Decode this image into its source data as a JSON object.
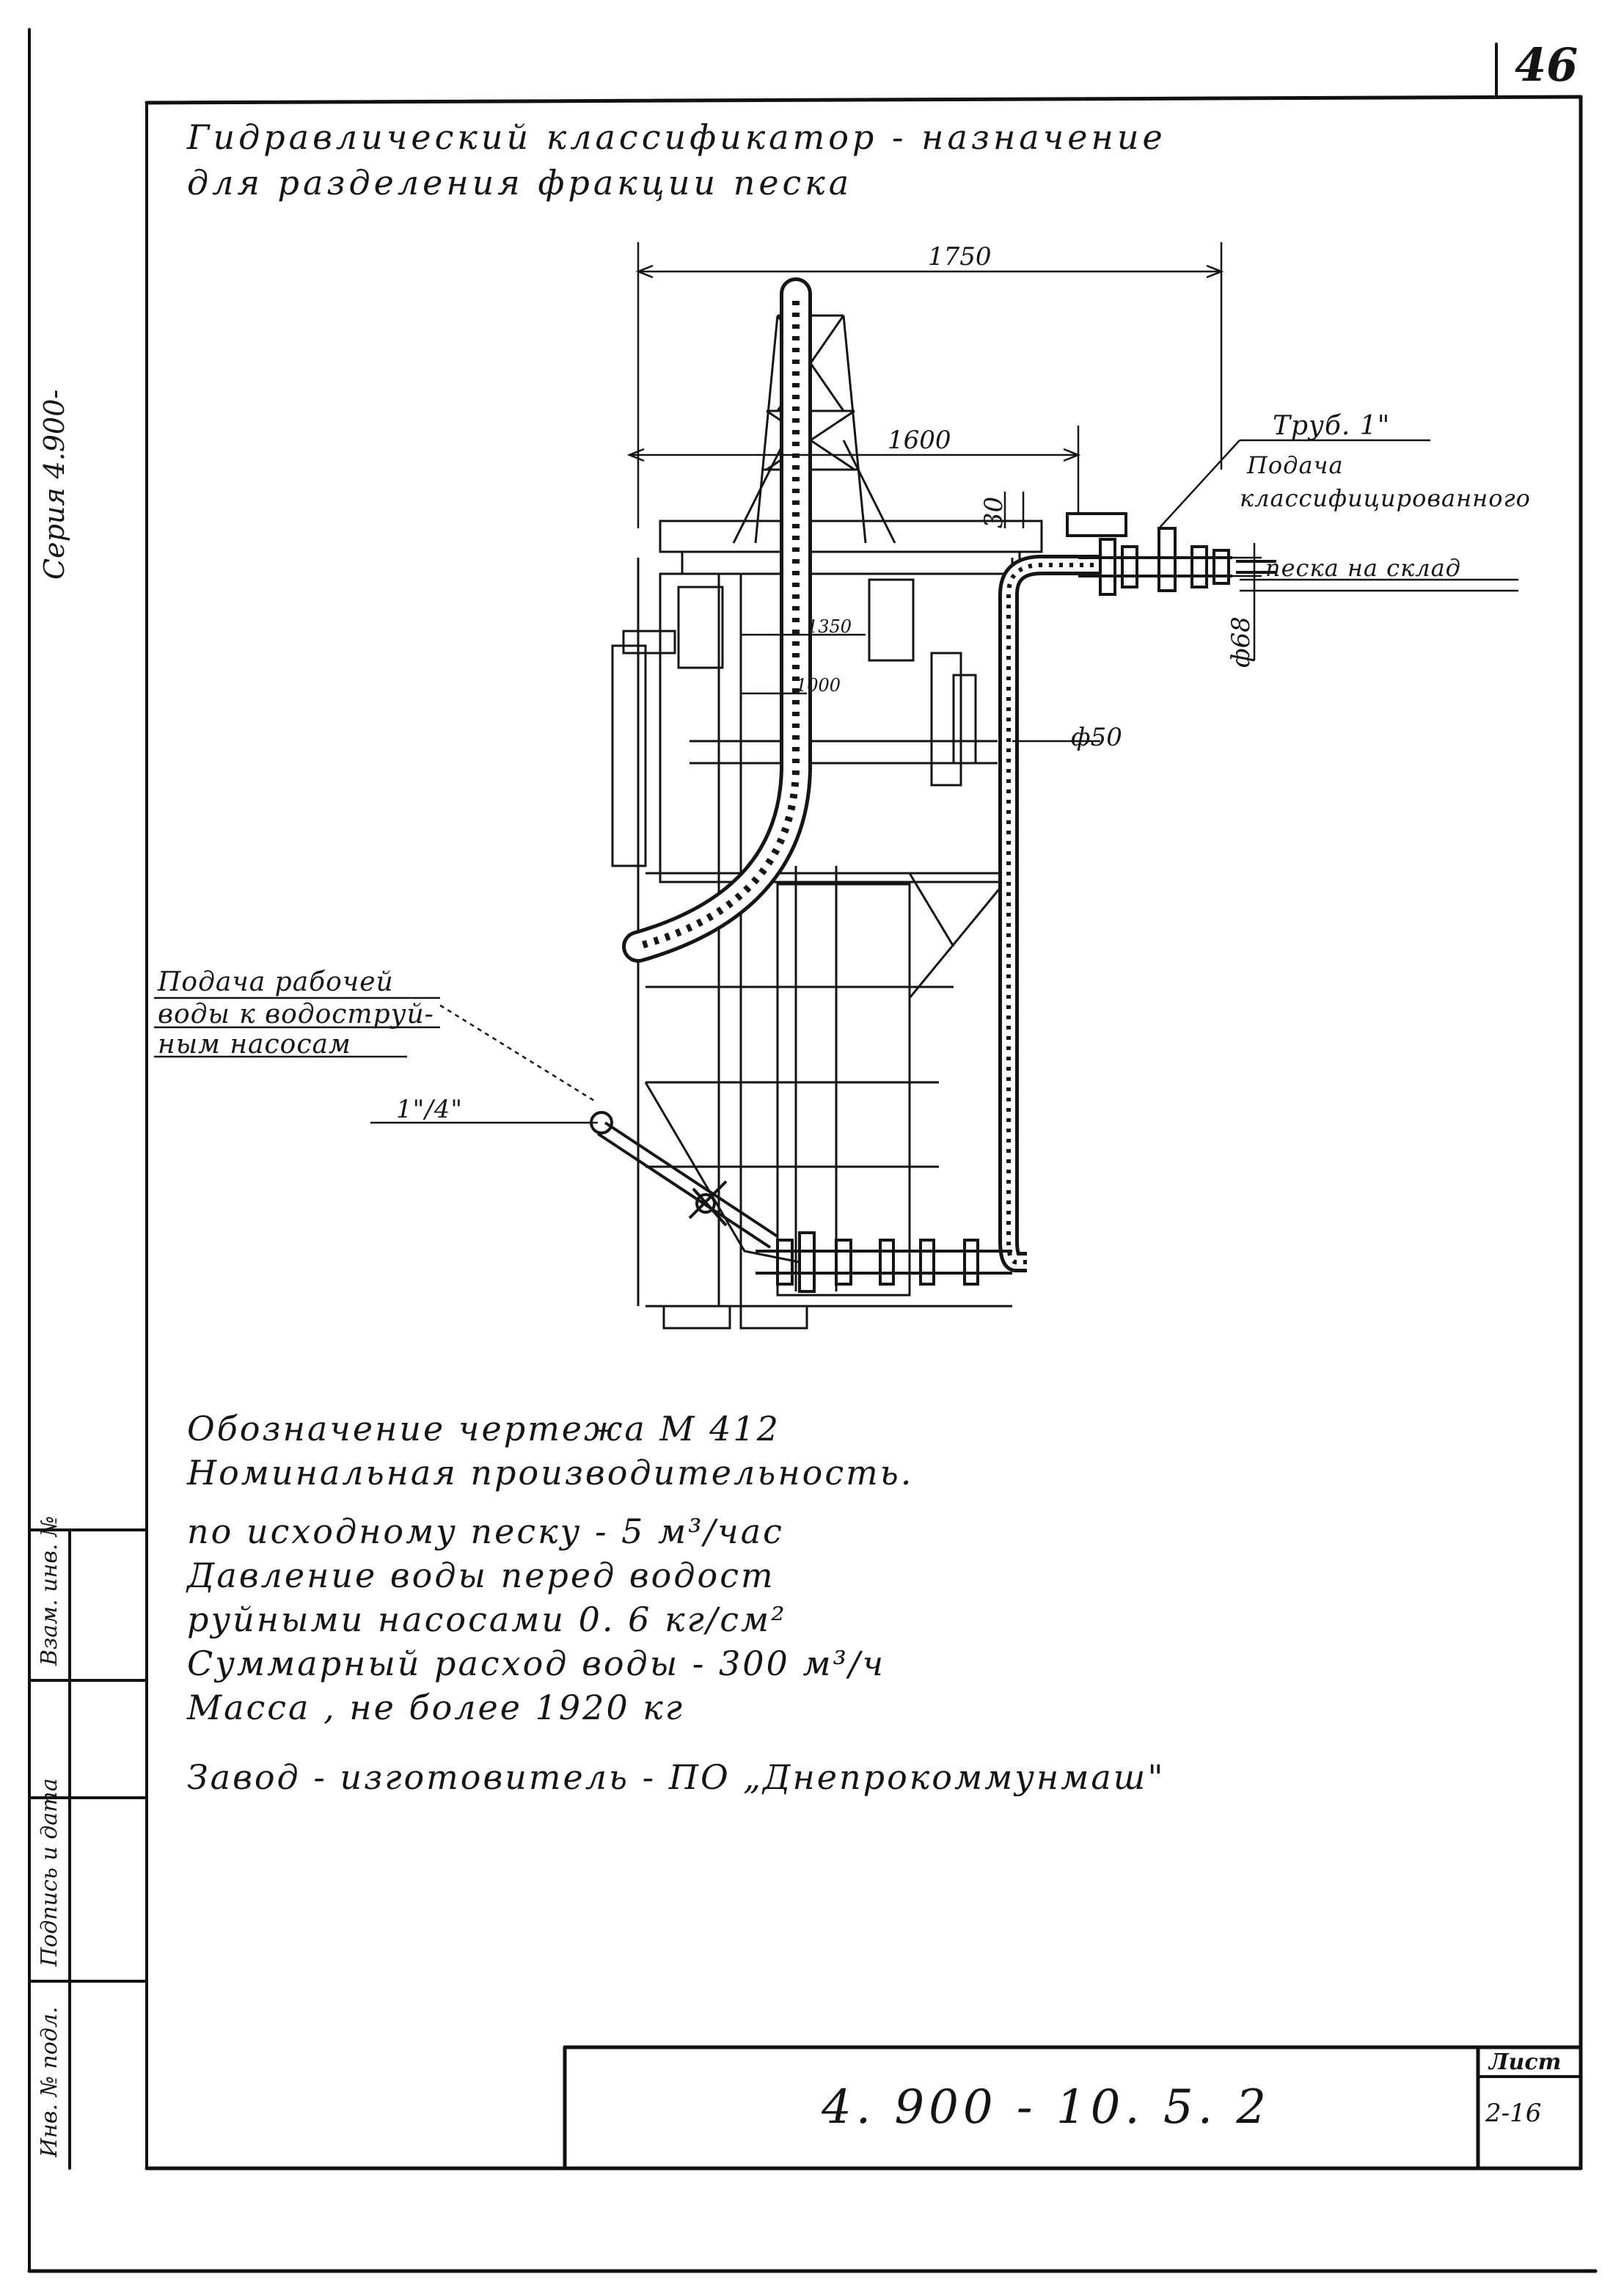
{
  "sheet": {
    "page_number": "46",
    "series_stamp": "Серия 4.900-",
    "title_lines": [
      "Гидравлический классификатор - назначение",
      "для разделения фракции песка"
    ],
    "document_code": "4. 900 - 10. 5. 2",
    "sheet_label": "Лист",
    "sheet_number": "2-16"
  },
  "drawing": {
    "dimensions": {
      "overall_width": "1750",
      "upper_width": "1600",
      "offset_30": "30",
      "inner_1350": "1350",
      "inner_1000": "1000",
      "pipe_d50": "ф50",
      "pipe_d68": "ф68"
    },
    "callouts": {
      "pipe_size_1in": "Труб. 1\"",
      "outlet_line1": "Подача",
      "outlet_line2": "классифицированного",
      "outlet_line3": "песка на склад",
      "inlet_line1": "Подача рабочей",
      "inlet_line2": "воды к водоструй-",
      "inlet_line3": "ным насосам",
      "inlet_pipe_size": "1\"/4\""
    }
  },
  "specs": [
    "Обозначение чертежа М 412",
    "Номинальная производительность.",
    "по исходному песку - 5 м³/час",
    "Давление воды перед водост",
    "руйными насосами 0. 6 кг/см²",
    "Суммарный расход воды - 300 м³/ч",
    "Масса , не более 1920 кг"
  ],
  "manufacturer": "Завод - изготовитель - ПО „Днепрокоммунмаш\"",
  "side_stamps": {
    "inv_original": "Инв. № подл.",
    "signature_date": "Подпись и дата",
    "replaces_inv": "Взам. инв. №"
  }
}
